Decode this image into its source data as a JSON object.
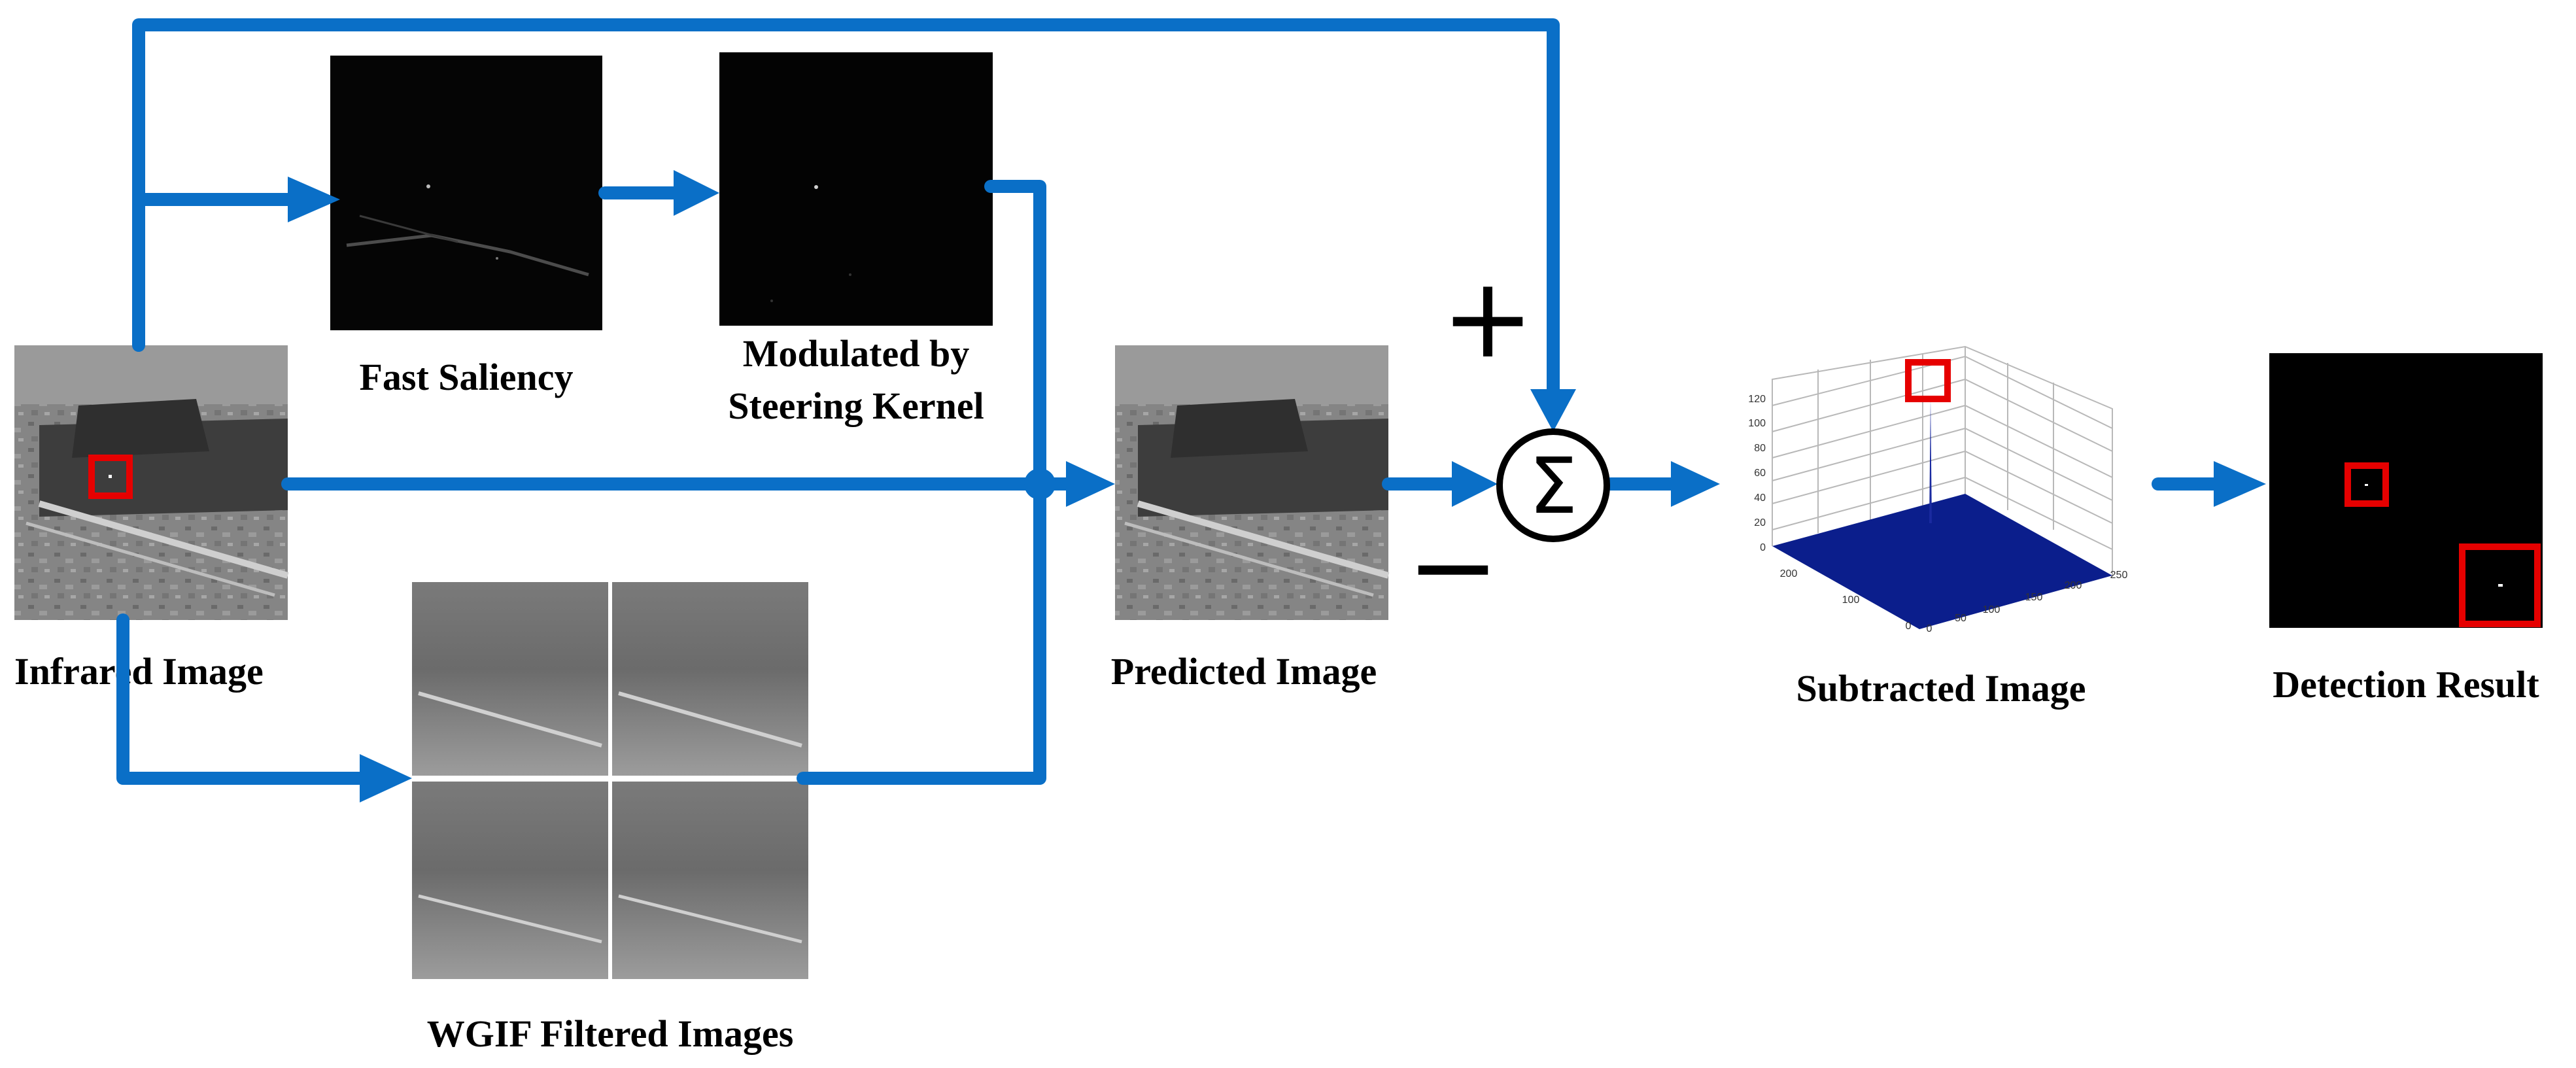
{
  "labels": {
    "infrared": "Infrared Image",
    "fast_saliency": "Fast Saliency",
    "modulated_line1": "Modulated by",
    "modulated_line2": "Steering Kernel",
    "predicted": "Predicted Image",
    "wgif": "WGIF Filtered Images",
    "subtracted": "Subtracted Image",
    "detection": "Detection Result"
  },
  "signs": {
    "plus": "+",
    "minus": "−",
    "sum": "Σ"
  },
  "plot_axes": {
    "z_ticks": [
      "120",
      "100",
      "80",
      "60",
      "40",
      "20",
      "0"
    ],
    "left_ticks": [
      "200",
      "100",
      "0"
    ],
    "right_ticks": [
      "0",
      "50",
      "100",
      "150",
      "200",
      "250"
    ]
  },
  "colors": {
    "flow": "#0a6fc7",
    "highlight": "#e60000",
    "surface": "#0b1e8c",
    "image_dark": "#050505",
    "image_gray": "#7e7e7e"
  }
}
